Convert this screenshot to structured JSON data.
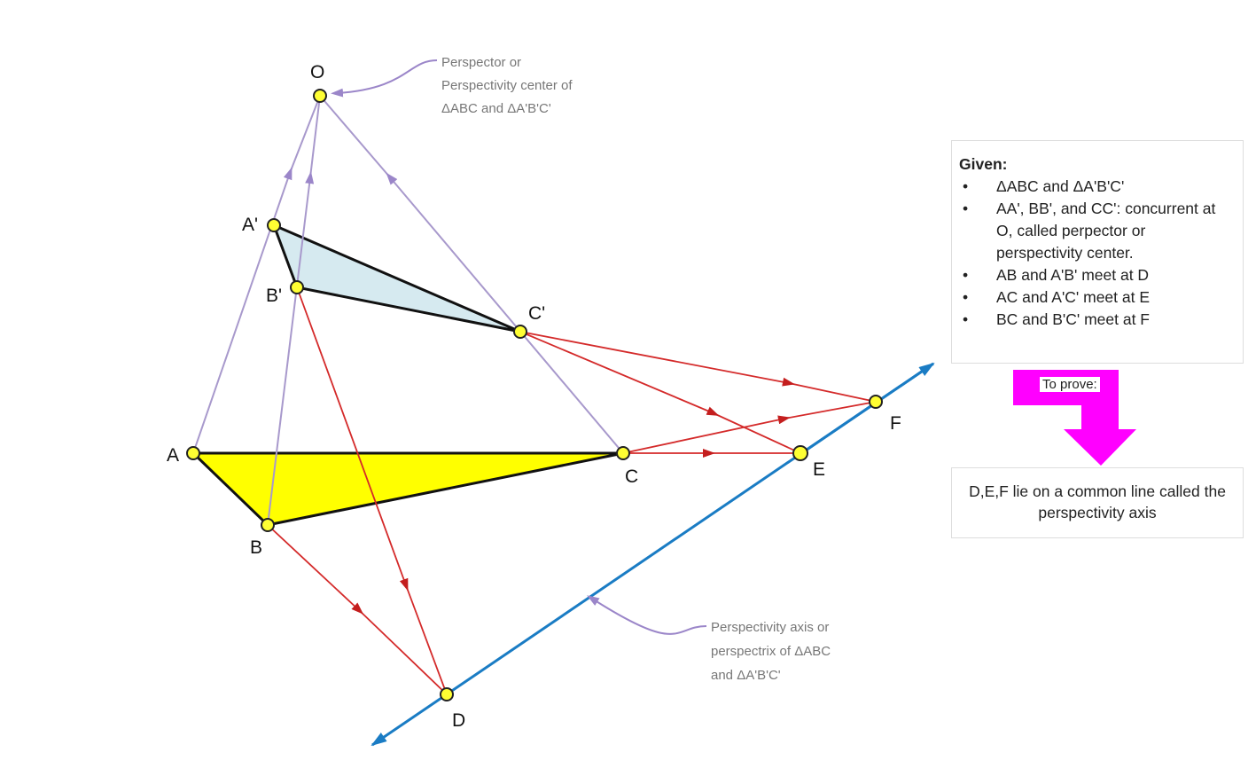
{
  "points": {
    "O": "O",
    "A_prime": "A'",
    "B_prime": "B'",
    "C_prime": "C'",
    "A": "A",
    "B": "B",
    "C": "C",
    "D": "D",
    "E": "E",
    "F": "F"
  },
  "callout_top": [
    "Perspector or",
    "Perspectivity center of",
    "ΔABC and ΔA'B'C'"
  ],
  "callout_bottom": [
    "Perspectivity axis or",
    "perspectrix of  ΔABC",
    "and ΔA'B'C'"
  ],
  "given": {
    "title": "Given:",
    "items": [
      "ΔABC and ΔA'B'C'",
      "AA', BB', and CC': concurrent at O, called perpector or perspectivity center.",
      "AB and A'B' meet at D",
      "AC and A'C' meet at E",
      "BC and B'C' meet at F"
    ]
  },
  "to_prove_label": "To prove:",
  "conclusion": "D,E,F lie on a common line called the perspectivity axis",
  "colors": {
    "triangle_abc": "#ffff00",
    "triangle_prime": "#d6eaf0",
    "red": "#d42a2a",
    "purple": "#a899cc",
    "axis": "#1a7cc4",
    "magenta": "#ff00ff",
    "point": "#ffff33"
  }
}
